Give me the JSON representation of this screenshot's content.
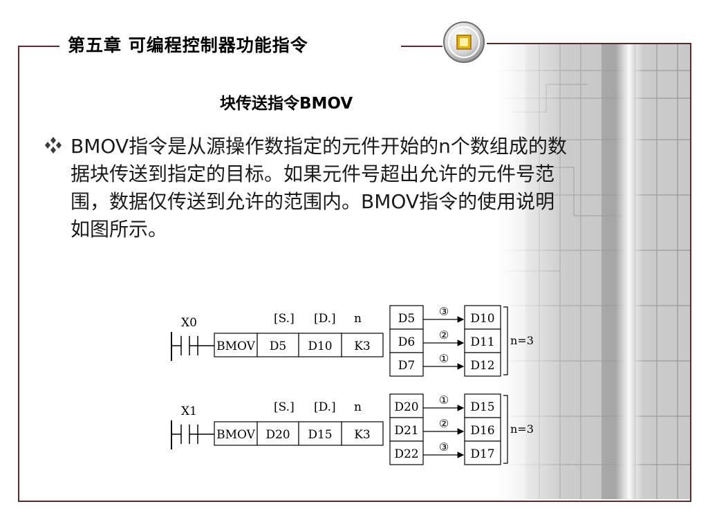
{
  "header": {
    "chapter_title": "第五章  可编程控制器功能指令"
  },
  "section": {
    "title": "块传送指令BMOV"
  },
  "body": {
    "paragraph": " BMOV指令是从源操作数指定的元件开始的n个数组成的数据块传送到指定的目标。如果元件号超出允许的元件号范围，数据仅传送到允许的范围内。BMOV指令的使用说明如图所示。"
  },
  "icons": {
    "bullet": "four-diamond-bullet-icon",
    "badge": "square-badge-icon"
  },
  "colors": {
    "frame": "#5a2a2a",
    "badge_inner": "#e8b000"
  },
  "diagram": {
    "rungs": [
      {
        "contact": "X0",
        "op_label_s": "[S.]",
        "op_label_d": "[D.]",
        "op_label_n": "n",
        "instruction": "BMOV",
        "source": "D5",
        "dest": "D10",
        "count": "K3",
        "sources": [
          "D5",
          "D6",
          "D7"
        ],
        "dests": [
          "D10",
          "D11",
          "D12"
        ],
        "orders": [
          "③",
          "②",
          "①"
        ],
        "n_note": "n=3"
      },
      {
        "contact": "X1",
        "op_label_s": "[S.]",
        "op_label_d": "[D.]",
        "op_label_n": "n",
        "instruction": "BMOV",
        "source": "D20",
        "dest": "D15",
        "count": "K3",
        "sources": [
          "D20",
          "D21",
          "D22"
        ],
        "dests": [
          "D15",
          "D16",
          "D17"
        ],
        "orders": [
          "①",
          "②",
          "③"
        ],
        "n_note": "n=3"
      }
    ]
  }
}
